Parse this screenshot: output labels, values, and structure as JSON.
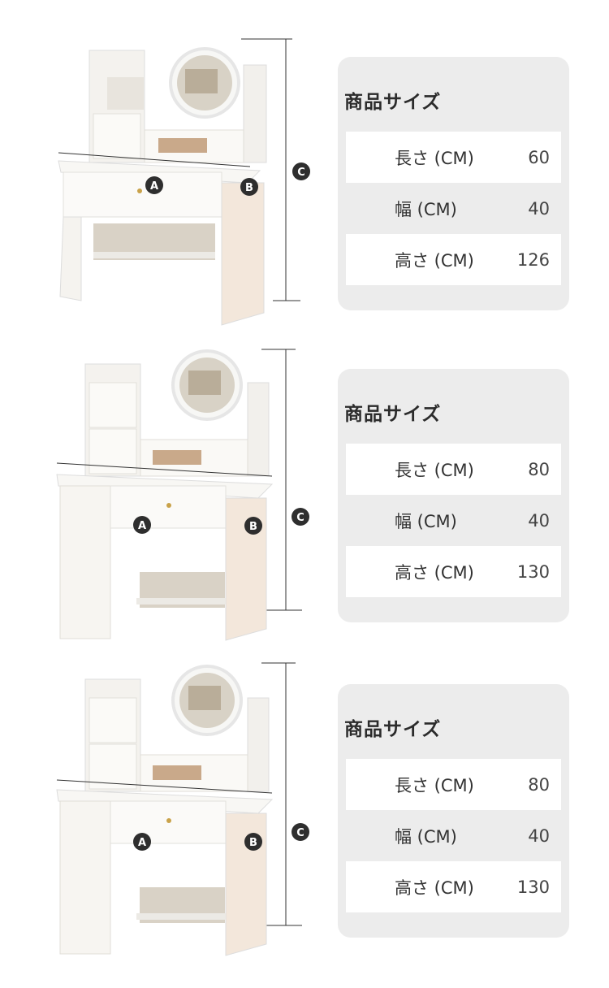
{
  "sections": [
    {
      "title": "商品サイズ",
      "rows": [
        {
          "label": "長さ (CM)",
          "value": "60"
        },
        {
          "label": "幅 (CM)",
          "value": "40"
        },
        {
          "label": "高さ (CM)",
          "value": "126"
        }
      ],
      "markers": {
        "a": "A",
        "b": "B",
        "c": "C"
      }
    },
    {
      "title": "商品サイズ",
      "rows": [
        {
          "label": "長さ (CM)",
          "value": "80"
        },
        {
          "label": "幅 (CM)",
          "value": "40"
        },
        {
          "label": "高さ (CM)",
          "value": "130"
        }
      ],
      "markers": {
        "a": "A",
        "b": "B",
        "c": "C"
      }
    },
    {
      "title": "商品サイズ",
      "rows": [
        {
          "label": "長さ (CM)",
          "value": "80"
        },
        {
          "label": "幅 (CM)",
          "value": "40"
        },
        {
          "label": "高さ (CM)",
          "value": "130"
        }
      ],
      "markers": {
        "a": "A",
        "b": "B",
        "c": "C"
      }
    }
  ]
}
